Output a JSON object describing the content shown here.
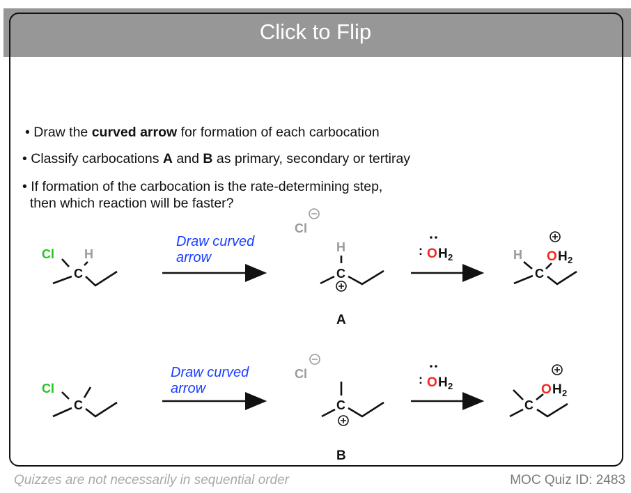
{
  "header": {
    "title": "Click to Flip"
  },
  "bullets": [
    {
      "pre": "Draw the ",
      "bold": "curved arrow",
      "post": " for formation of each carbocation"
    },
    {
      "pre": "Classify carbocations ",
      "bold1": "A",
      "mid": " and ",
      "bold2": "B",
      "post": " as primary, secondary or tertiray"
    },
    {
      "line1": "If formation of the carbocation is the rate-determining step,",
      "line2": "then which reaction will be faster?"
    }
  ],
  "reactions": {
    "arrow_label_1": "Draw curved",
    "arrow_label_2": "arrow",
    "chlorine": "Cl",
    "carbon": "C",
    "hydrogen": "H",
    "oxygen": "O",
    "h2": "H",
    "sub2": "2",
    "lone_pair": ":",
    "label_a": "A",
    "label_b": "B"
  },
  "colors": {
    "chlorine": "#22c41f",
    "oxygen": "#f0281e",
    "hint": "#1a3cff",
    "gray": "#9a9a9a"
  },
  "footer": {
    "note": "Quizzes are not necessarily in sequential order",
    "quiz_id": "MOC Quiz ID: 2483"
  }
}
